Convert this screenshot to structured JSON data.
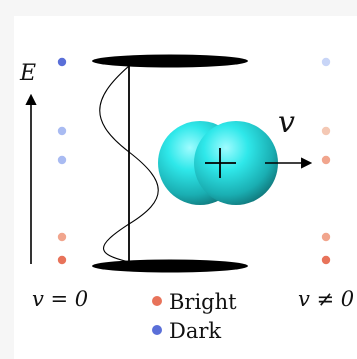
{
  "energy_axis_label": "E",
  "velocity_label": "v",
  "state_zero_label": "v = 0",
  "state_moving_label": "v ≠ 0",
  "legend": [
    {
      "label": "Bright",
      "color": "#e8735a"
    },
    {
      "label": "Dark",
      "color": "#5a6fd8"
    }
  ],
  "colors": {
    "bright_strong": "#e8735a",
    "bright_light": "#f1a58d",
    "bright_pale": "#f4c8b4",
    "dark_strong": "#5a6fd8",
    "dark_light": "#a9bbf2",
    "dark_pale": "#c8d5f7",
    "molecule": "#2fe8ea",
    "mirror": "#000000"
  },
  "icons": [
    "mirror-top-icon",
    "mirror-bottom-icon",
    "molecule-icon",
    "crosshair-icon",
    "velocity-arrow-icon",
    "energy-arrow-icon"
  ]
}
